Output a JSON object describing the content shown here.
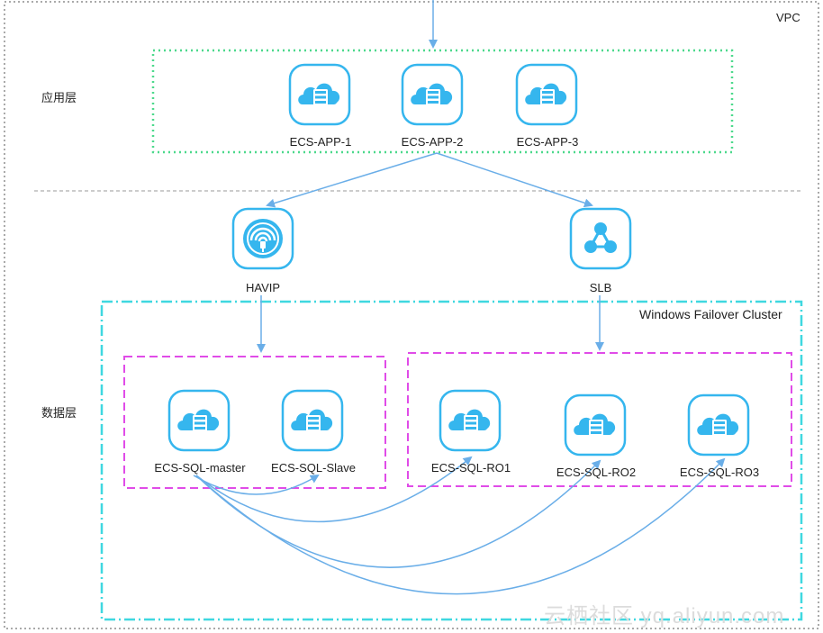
{
  "vpc_label": "VPC",
  "cluster_label": "Windows Failover Cluster",
  "layers": {
    "app": "应用层",
    "data": "数据层"
  },
  "app_nodes": [
    {
      "label": "ECS-APP-1",
      "icon": "cloud-server-icon"
    },
    {
      "label": "ECS-APP-2",
      "icon": "cloud-server-icon"
    },
    {
      "label": "ECS-APP-3",
      "icon": "cloud-server-icon"
    }
  ],
  "network_nodes": [
    {
      "label": "HAVIP",
      "icon": "havip-icon"
    },
    {
      "label": "SLB",
      "icon": "slb-icon"
    }
  ],
  "sql_nodes": [
    {
      "label": "ECS-SQL-master",
      "icon": "cloud-server-icon"
    },
    {
      "label": "ECS-SQL-Slave",
      "icon": "cloud-server-icon"
    },
    {
      "label": "ECS-SQL-RO1",
      "icon": "cloud-server-icon"
    },
    {
      "label": "ECS-SQL-RO2",
      "icon": "cloud-server-icon"
    },
    {
      "label": "ECS-SQL-RO3",
      "icon": "cloud-server-icon"
    }
  ],
  "watermark": "云栖社区 yq.aliyun.com",
  "colors": {
    "arrow": "#6aaee8",
    "app_box": "#4cd98c",
    "cluster_box": "#3fd8e0",
    "sql_box": "#e04ce8",
    "vpc_border": "#555555",
    "icon_fill": "#35b6ee"
  }
}
